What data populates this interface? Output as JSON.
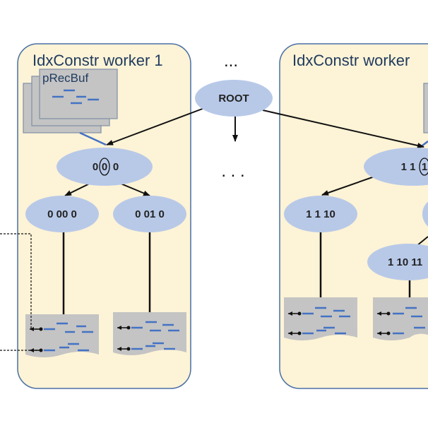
{
  "workers": [
    {
      "title": "IdxConstr worker 1"
    },
    {
      "title": "IdxConstr worker"
    }
  ],
  "buffer_label": "pRecBuf",
  "root_label": "ROOT",
  "ellipsis_top": "...",
  "ellipsis_mid": ". . .",
  "nodes": {
    "w1_parent": [
      "0",
      "0",
      "0"
    ],
    "w1_left": "0 00 0",
    "w1_right": "0 01 0",
    "w2_parent": [
      "1 1",
      "1"
    ],
    "w2_left": "1 1 10",
    "w2_right": "1 10 11"
  },
  "colors": {
    "worker_fill": "#fdf3d6",
    "worker_stroke": "#4a6fa5",
    "node_fill": "#b8c9e8",
    "page_fill": "#c4c4c4",
    "dash_color": "#4472c4"
  }
}
